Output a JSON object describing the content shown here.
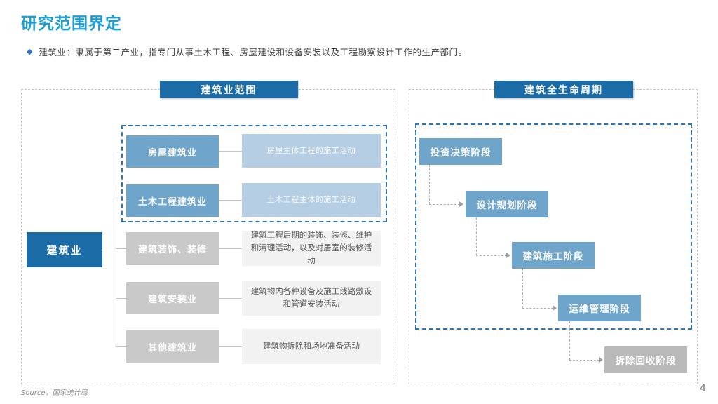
{
  "page": {
    "title": "研究范围界定",
    "bullet_icon": "◆",
    "bullet": "建筑业：隶属于第二产业，指专门从事土木工程、房屋建设和设备安装以及工程勘察设计工作的生产部门。",
    "source": "Source：国家统计局",
    "page_number": "4"
  },
  "colors": {
    "title_accent": "#1d9fd6",
    "dark_blue": "#1b6ba7",
    "medium_blue": "#6fa5cb",
    "light_blue": "#b6cee4",
    "gray_box": "#c9c9c9",
    "gray_stage": "#b9b9b9",
    "dashed_blue": "#2e75b6",
    "dashed_gray": "#c3c3c3"
  },
  "left_panel": {
    "header": "建筑业范围",
    "root": "建筑业",
    "rows": [
      {
        "label": "房屋建筑业",
        "desc": "房屋主体工程的施工活动"
      },
      {
        "label": "土木工程建筑业",
        "desc": "土木工程主体的施工活动"
      },
      {
        "label": "建筑装饰、装修",
        "desc": "建筑工程后期的装饰、装修、维护和清理活动，以及对居室的装修活动"
      },
      {
        "label": "建筑安装业",
        "desc": "建筑物内各种设备及施工线路敷设和管道安装活动"
      },
      {
        "label": "其他建筑业",
        "desc": "建筑物拆除和场地准备活动"
      }
    ]
  },
  "right_panel": {
    "header": "建筑全生命周期",
    "stages": [
      {
        "label": "投资决策阶段"
      },
      {
        "label": "设计规划阶段"
      },
      {
        "label": "建筑施工阶段"
      },
      {
        "label": "运维管理阶段"
      },
      {
        "label": "拆除回收阶段"
      }
    ]
  }
}
